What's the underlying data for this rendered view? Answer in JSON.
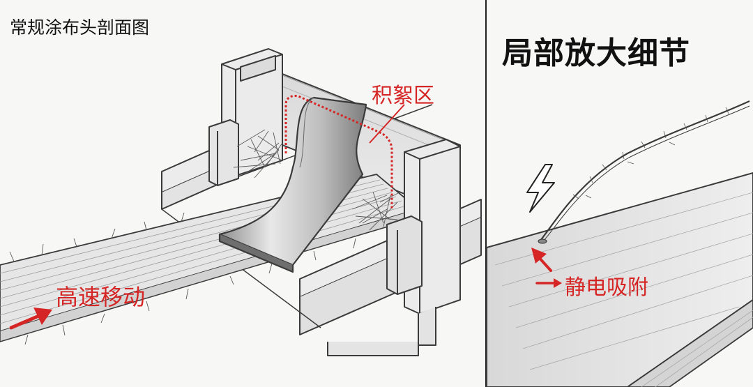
{
  "left_panel": {
    "title": "常规涂布头剖面图",
    "callout_accumulation": "积絮区",
    "callout_motion": "高速移动"
  },
  "right_panel": {
    "title": "局部放大细节",
    "callout_static": "静电吸附"
  },
  "icons": [
    "lightning-bolt-icon",
    "red-arrow-icon"
  ],
  "colors": {
    "annotation_red": "#d62525",
    "line_art": "#3a3a3a",
    "background": "#f7f7f5"
  }
}
